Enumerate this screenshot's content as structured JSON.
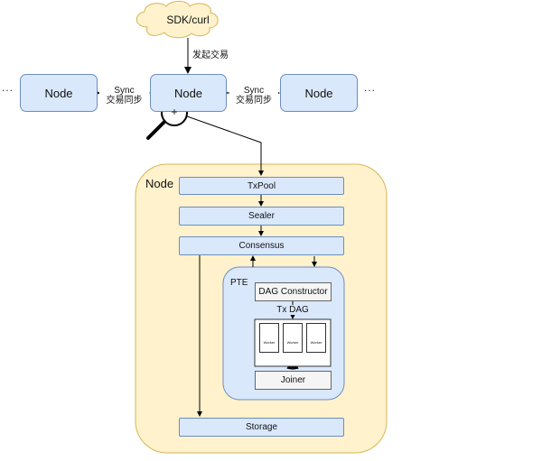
{
  "client": {
    "label": "SDK/curl",
    "send_label": "发起交易"
  },
  "network": {
    "left_node": "Node",
    "center_node": "Node",
    "right_node": "Node",
    "sync_left": [
      "Sync",
      "交易同步"
    ],
    "sync_right": [
      "Sync",
      "交易同步"
    ],
    "ellipsis_left": "...",
    "ellipsis_right": "..."
  },
  "zoom": {
    "symbol": "+"
  },
  "detail": {
    "title": "Node",
    "txpool": "TxPool",
    "sealer": "Sealer",
    "consensus": "Consensus",
    "storage": "Storage",
    "pte": {
      "title": "PTE",
      "dag_constructor": "DAG Constructor",
      "tx_dag": "Tx DAG",
      "workers": [
        "Worker",
        "Worker",
        "Worker"
      ],
      "joiner": "Joiner"
    }
  },
  "colors": {
    "node_fill": "#dae8fc",
    "node_stroke": "#6c8ebf",
    "panel_fill": "#fff2cc",
    "panel_stroke": "#d6b656",
    "cloud_fill": "#fff2cc"
  }
}
